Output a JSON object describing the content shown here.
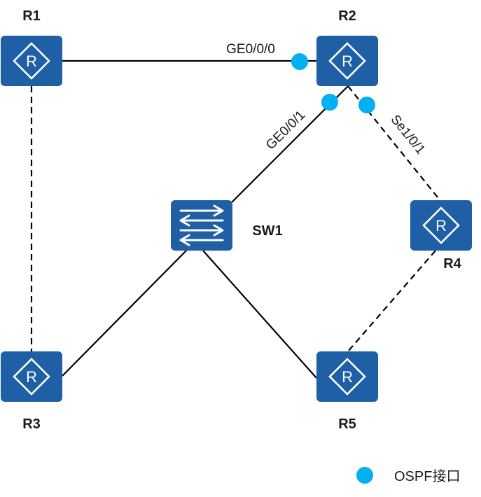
{
  "devices": {
    "r1": {
      "label": "R1",
      "icon": "router-icon"
    },
    "r2": {
      "label": "R2",
      "icon": "router-icon"
    },
    "r3": {
      "label": "R3",
      "icon": "router-icon"
    },
    "r4": {
      "label": "R4",
      "icon": "router-icon"
    },
    "r5": {
      "label": "R5",
      "icon": "router-icon"
    },
    "sw1": {
      "label": "SW1",
      "icon": "switch-icon"
    }
  },
  "links": {
    "r1_r2": {
      "port": "GE0/0/0",
      "style": "solid"
    },
    "r2_sw1": {
      "port": "GE0/0/1",
      "style": "solid"
    },
    "r2_r4": {
      "port": "Se1/0/1",
      "style": "dashed"
    },
    "r1_r3": {
      "style": "dashed"
    },
    "sw1_r3": {
      "style": "solid"
    },
    "sw1_r5": {
      "style": "solid"
    },
    "r4_r5": {
      "style": "dashed"
    }
  },
  "legend": {
    "label": "OSPF接口"
  },
  "colors": {
    "device": "#1f5fa6",
    "ospf_dot": "#00b0f0",
    "line": "#000000"
  }
}
